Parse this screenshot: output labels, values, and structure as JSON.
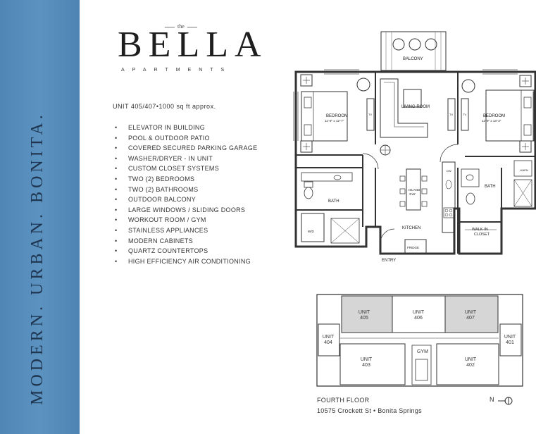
{
  "brand": {
    "the": "the",
    "name": "BELLA",
    "sub": "APARTMENTS"
  },
  "tagline": "MODERN. URBAN. BONITA.",
  "unit_info": "UNIT 405/407•1000 sq ft approx.",
  "bullet": "•",
  "features": [
    "ELEVATOR IN BUILDING",
    "POOL & OUTDOOR PATIO",
    "COVERED SECURED PARKING GARAGE",
    "WASHER/DRYER - IN UNIT",
    "CUSTOM CLOSET SYSTEMS",
    "TWO (2) BEDROOMS",
    "TWO (2) BATHROOMS",
    "OUTDOOR BALCONY",
    "LARGE WINDOWS / SLIDING DOORS",
    "WORKOUT ROOM / GYM",
    "STAINLESS APPLIANCES",
    "MODERN CABINETS",
    "QUARTZ COUNTERTOPS",
    "HIGH EFFICIENCY AIR CONDITIONING"
  ],
  "floorplan": {
    "balcony": "BALCONY",
    "bedroom_left": "BEDROOM",
    "bedroom_left_dim": "11'-9\" x 12'-7\"",
    "bedroom_right": "BEDROOM",
    "bedroom_right_dim": "11'-9\" x 13'-3\"",
    "living": "LIVING ROOM",
    "bath_left": "BATH",
    "bath_right": "BATH",
    "island": "ISLAND",
    "island_dim": "3'x6'",
    "kitchen": "KITCHEN",
    "fridge": "FRIDGE",
    "entry": "ENTRY",
    "walkin1": "WALK-IN",
    "walkin2": "CLOSET",
    "linen": "LINEN",
    "wd": "W/D",
    "dw": "DW",
    "tv1": "TV",
    "tv2": "TV",
    "tv3": "TV"
  },
  "keyplan": {
    "accent_color": "#d6d6d6",
    "units": {
      "u405": "UNIT\n405",
      "u406": "UNIT\n406",
      "u407": "UNIT\n407",
      "u404": "UNIT\n404",
      "u401": "UNIT\n401",
      "u403": "UNIT\n403",
      "u402": "UNIT\n402",
      "gym": "GYM"
    },
    "floor": "FOURTH FLOOR",
    "address": "10575 Crockett St • Bonita Springs",
    "north": "N"
  }
}
